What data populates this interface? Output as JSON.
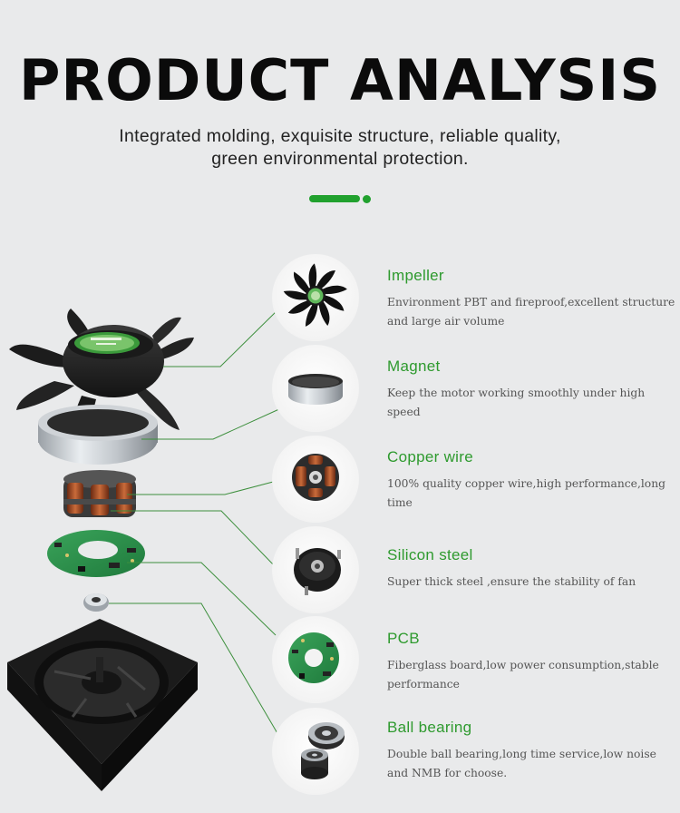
{
  "header": {
    "title": "PRODUCT ANALYSIS",
    "subtitle_line1": "Integrated molding, exquisite structure, reliable quality,",
    "subtitle_line2": "green environmental protection."
  },
  "colors": {
    "accent": "#21a12e",
    "heading_green": "#2e9a2e",
    "background": "#e9eaeb"
  },
  "features": [
    {
      "name": "Impeller",
      "description": "Environment PBT and fireproof,excellent structure and large air volume",
      "icon": "impeller-icon"
    },
    {
      "name": "Magnet",
      "description": "Keep the motor working smoothly under high speed",
      "icon": "magnet-ring-icon"
    },
    {
      "name": "Copper wire",
      "description": "100% quality copper wire,high performance,long time",
      "icon": "copper-coil-icon"
    },
    {
      "name": "Silicon steel",
      "description": "Super thick steel ,ensure the stability of fan",
      "icon": "silicon-steel-icon"
    },
    {
      "name": "PCB",
      "description": "Fiberglass board,low power consumption,stable performance",
      "icon": "pcb-icon"
    },
    {
      "name": "Ball bearing",
      "description": "Double ball bearing,long time service,low noise and NMB for choose.",
      "icon": "ball-bearing-icon"
    }
  ]
}
